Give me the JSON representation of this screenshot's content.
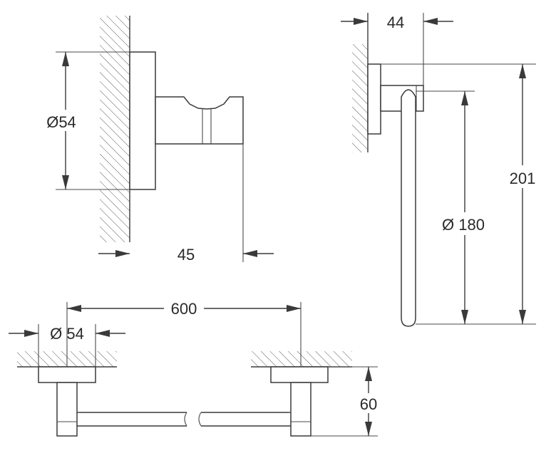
{
  "robe_hook": {
    "diameter_label": "Ø54",
    "projection_label": "45"
  },
  "towel_ring": {
    "projection_label": "44",
    "height_label": "201",
    "ring_diameter_label": "Ø 180"
  },
  "towel_bar": {
    "length_label": "600",
    "rosette_diameter_label": "Ø 54",
    "projection_label": "60"
  }
}
